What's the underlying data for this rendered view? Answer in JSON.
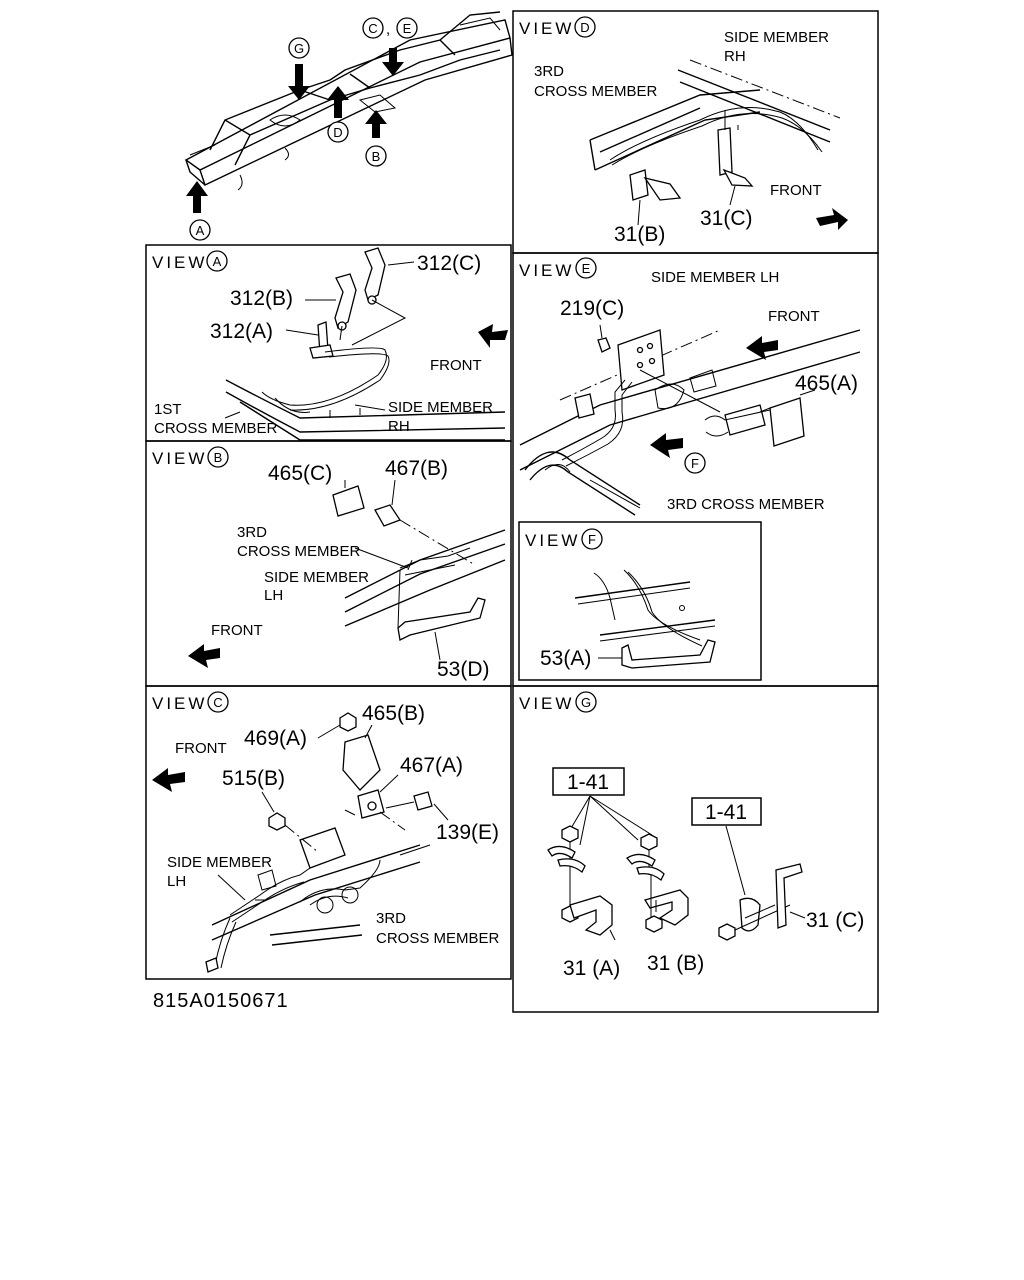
{
  "overview": {
    "callouts": [
      "G",
      "C",
      "E",
      "D",
      "B",
      "A"
    ],
    "separator": ","
  },
  "views": {
    "A": {
      "title": "VIEW",
      "letter": "A",
      "parts": [
        "312(C)",
        "312(B)",
        "312(A)"
      ],
      "labels": [
        "FRONT",
        "1ST",
        "CROSS MEMBER",
        "SIDE MEMBER",
        "RH"
      ]
    },
    "B": {
      "title": "VIEW",
      "letter": "B",
      "parts": [
        "465(C)",
        "467(B)",
        "53(D)"
      ],
      "labels": [
        "3RD",
        "CROSS MEMBER",
        "SIDE MEMBER",
        "LH",
        "FRONT"
      ]
    },
    "C": {
      "title": "VIEW",
      "letter": "C",
      "parts": [
        "469(A)",
        "465(B)",
        "467(A)",
        "515(B)",
        "139(E)"
      ],
      "labels": [
        "FRONT",
        "SIDE MEMBER",
        "LH",
        "3RD",
        "CROSS MEMBER"
      ]
    },
    "D": {
      "title": "VIEW",
      "letter": "D",
      "parts": [
        "31(B)",
        "31(C)"
      ],
      "labels": [
        "SIDE MEMBER",
        "RH",
        "3RD",
        "CROSS MEMBER",
        "FRONT"
      ]
    },
    "E": {
      "title": "VIEW",
      "letter": "E",
      "parts": [
        "219(C)",
        "465(A)"
      ],
      "labels": [
        "SIDE MEMBER LH",
        "FRONT",
        "3RD CROSS MEMBER"
      ],
      "callout": "F"
    },
    "F": {
      "title": "VIEW",
      "letter": "F",
      "parts": [
        "53(A)"
      ]
    },
    "G": {
      "title": "VIEW",
      "letter": "G",
      "refs": [
        "1-41",
        "1-41"
      ],
      "parts": [
        "31 (A)",
        "31 (B)",
        "31 (C)"
      ]
    }
  },
  "drawing_number": "815A0150671"
}
